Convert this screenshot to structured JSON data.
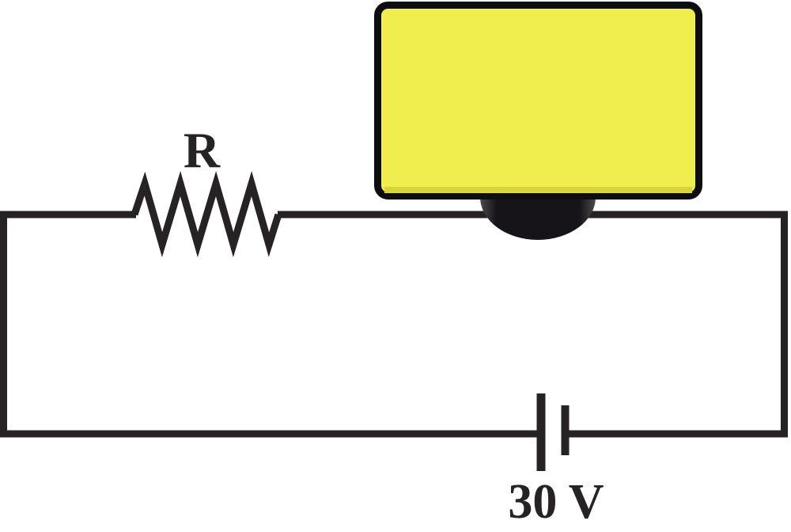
{
  "diagram": {
    "title": "resistor-lamp-battery-series-circuit",
    "background_color": "#ffffff",
    "line_color": "#272325",
    "resistor": {
      "label": "R"
    },
    "battery": {
      "label": "30 V",
      "voltage_value": "30",
      "voltage_unit": "V"
    },
    "lamp": {
      "fill_color": "#f0ee4e",
      "shade_color": "#d8d43f",
      "border_color": "#0e0d0f",
      "base_center_color": "#171419",
      "base_edge_color": "#4b4b4d"
    }
  }
}
